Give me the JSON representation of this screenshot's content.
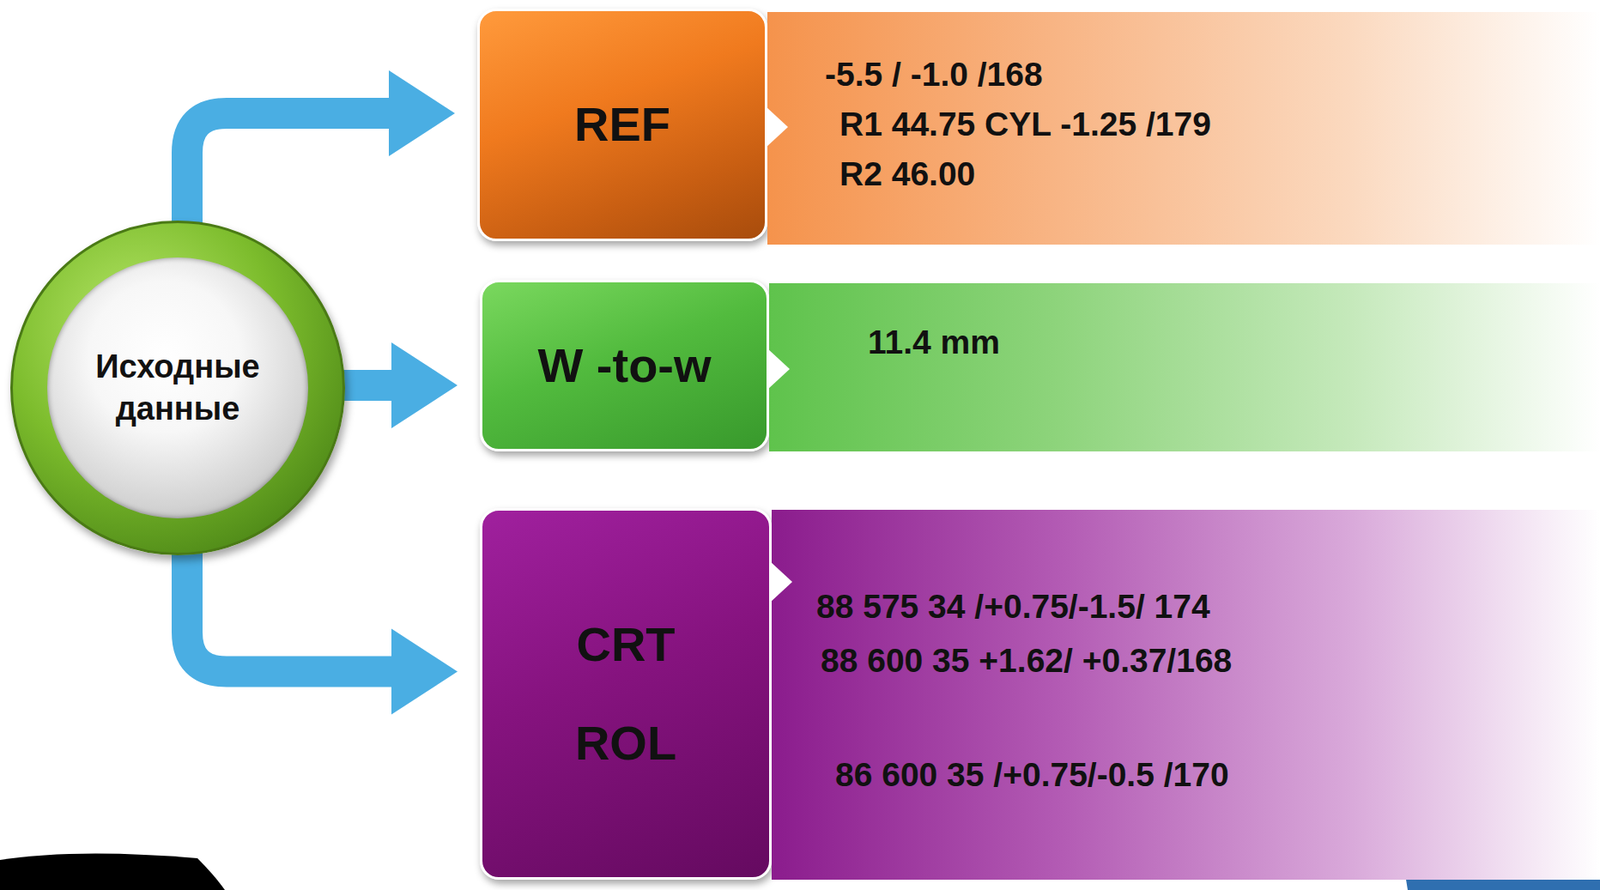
{
  "diagram": {
    "nodes": [
      {
        "text": [
          "Исходные данные"
        ]
      },
      {
        "text": [
          "REF"
        ]
      },
      {
        "text": [
          "-5.5 / -1.0 /168",
          "R1 44.75 CYL -1.25 /179",
          "R2 46.00"
        ]
      },
      {
        "text": [
          "W -to-w"
        ]
      },
      {
        "text": [
          "11.4 mm"
        ]
      },
      {
        "text": [
          "CRT",
          "ROL"
        ]
      },
      {
        "text": [
          "88 575 34 /+0.75/-1.5/ 174",
          "88 600 35 +1.62/ +0.37/168",
          "86 600 35 /+0.75/-0.5 /170"
        ]
      }
    ],
    "edges": [
      {
        "from": 0,
        "to": 1,
        "arrow": "to"
      },
      {
        "from": 0,
        "to": 3,
        "arrow": "to"
      },
      {
        "from": 0,
        "to": 5,
        "arrow": "to"
      }
    ]
  }
}
